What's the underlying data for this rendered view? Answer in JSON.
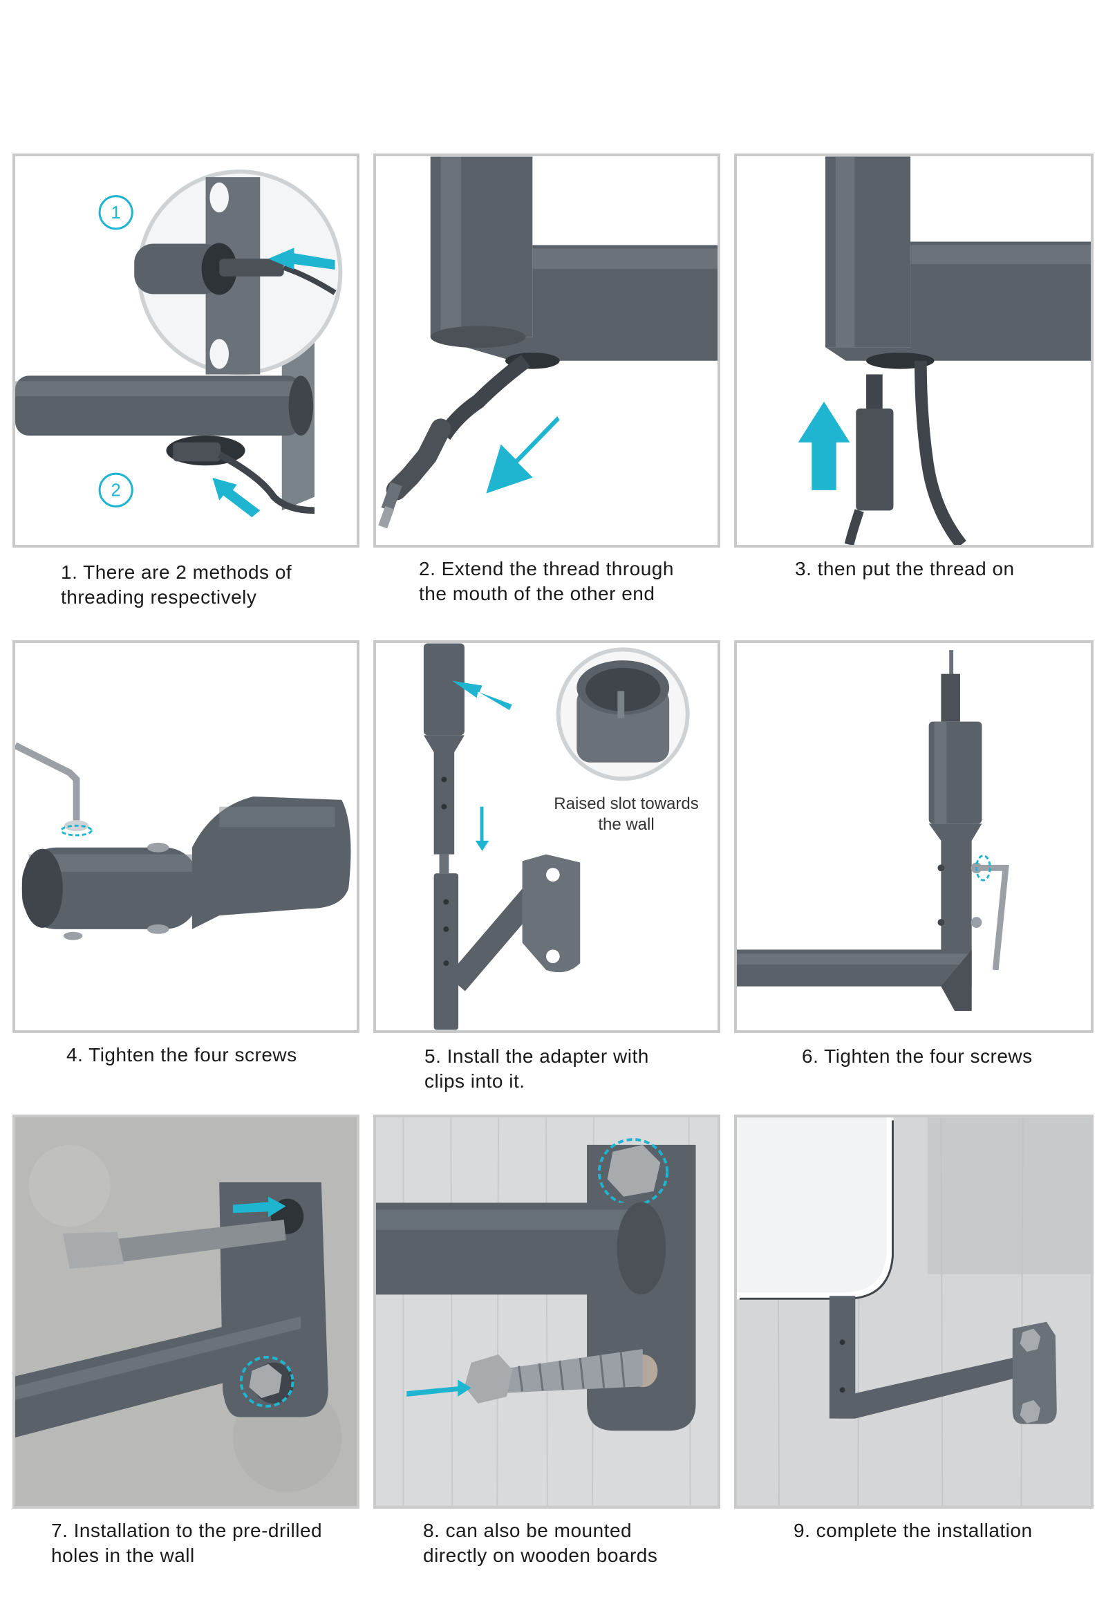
{
  "colors": {
    "metal": "#5a6168",
    "metal_dark": "#3f454b",
    "metal_light": "#7b838a",
    "accent": "#1fb5d1",
    "panel_border": "#c9c9c9",
    "concrete": "#b9b9b7",
    "wood": "#d8dadb"
  },
  "steps": [
    {
      "caption": "1. There are 2 methods of\nthreading respectively",
      "markers": [
        "1",
        "2"
      ]
    },
    {
      "caption": "2. Extend the thread through\nthe mouth of the other end"
    },
    {
      "caption": "3. then put the thread on"
    },
    {
      "caption": "4. Tighten the four screws"
    },
    {
      "caption": "5. Install the adapter with\nclips into it.",
      "note": "Raised slot towards\nthe wall"
    },
    {
      "caption": "6. Tighten the four screws"
    },
    {
      "caption": "7. Installation to the pre-drilled\nholes in the wall"
    },
    {
      "caption": "8. can also be mounted\n directly on wooden boards"
    },
    {
      "caption": "9. complete the installation"
    }
  ]
}
